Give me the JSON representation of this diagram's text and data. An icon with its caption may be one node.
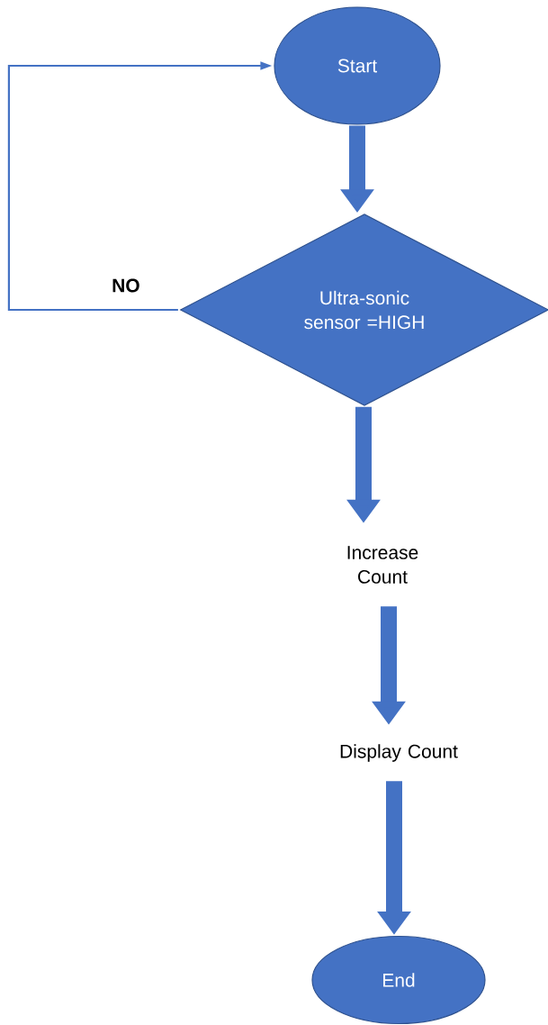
{
  "diagram": {
    "nodes": [
      {
        "text": [
          "Start"
        ]
      },
      {
        "text": [
          "Ultra-sonic sensor =HIGH"
        ]
      },
      {
        "text": [
          "Increase Count"
        ]
      },
      {
        "text": [
          "Display Count"
        ]
      },
      {
        "text": [
          "End"
        ]
      }
    ],
    "edges": [
      {
        "from": 0,
        "to": 1,
        "arrow": "to"
      },
      {
        "from": 1,
        "to": 2,
        "arrow": "to"
      },
      {
        "from": 2,
        "to": 3,
        "arrow": "to"
      },
      {
        "from": 3,
        "to": 4,
        "arrow": "to"
      },
      {
        "from": 1,
        "to": 0,
        "arrow": "to",
        "label": "NO"
      }
    ]
  }
}
